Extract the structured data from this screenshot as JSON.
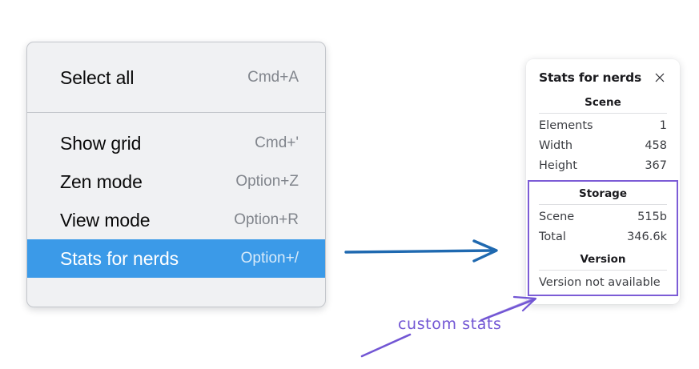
{
  "canvas": {
    "background_color": "#ffffff"
  },
  "context_menu": {
    "name": "context-menu",
    "background_color": "#f0f1f3",
    "border_color": "#c3c6cb",
    "highlight_color": "#3b9ae8",
    "sections": [
      {
        "items": [
          {
            "label": "Select all",
            "shortcut": "Cmd+A",
            "selected": false
          }
        ]
      },
      {
        "items": [
          {
            "label": "Show grid",
            "shortcut": "Cmd+'",
            "selected": false
          },
          {
            "label": "Zen mode",
            "shortcut": "Option+Z",
            "selected": false
          },
          {
            "label": "View mode",
            "shortcut": "Option+R",
            "selected": false
          },
          {
            "label": "Stats for nerds",
            "shortcut": "Option+/",
            "selected": true
          }
        ]
      }
    ]
  },
  "stats_panel": {
    "title": "Stats for nerds",
    "close_icon": "close-icon",
    "sections": [
      {
        "heading": "Scene",
        "highlighted": false,
        "rows": [
          {
            "key": "Elements",
            "value": "1"
          },
          {
            "key": "Width",
            "value": "458"
          },
          {
            "key": "Height",
            "value": "367"
          }
        ]
      },
      {
        "heading": "Storage",
        "highlighted": true,
        "rows": [
          {
            "key": "Scene",
            "value": "515b"
          },
          {
            "key": "Total",
            "value": "346.6k"
          }
        ]
      },
      {
        "heading": "Version",
        "highlighted": true,
        "single_value": "Version not available"
      }
    ],
    "highlight_border_color": "#7c5cd6"
  },
  "annotations": {
    "blue_arrow": {
      "name": "blue-arrow",
      "color": "#1f69b0"
    },
    "purple_arrow": {
      "name": "purple-arrow",
      "color": "#7256d4"
    },
    "purple_underline": {
      "name": "purple-underline-stroke",
      "color": "#7256d4"
    },
    "label": {
      "text": "custom stats",
      "color": "#7256d4"
    }
  }
}
